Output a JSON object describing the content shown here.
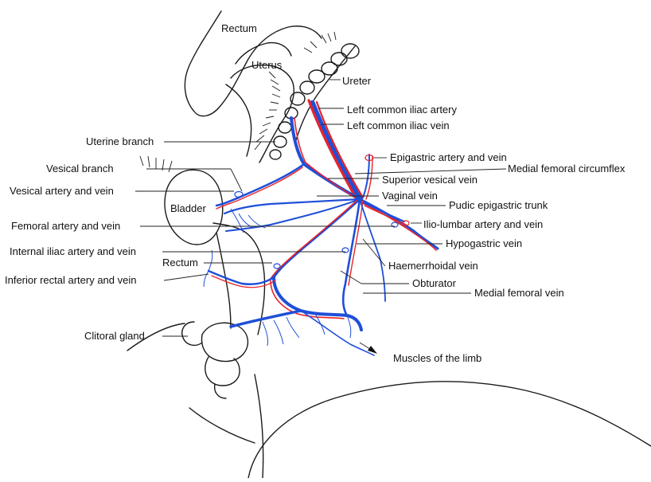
{
  "colors": {
    "artery": "#e8232b",
    "vein": "#1f4fd8",
    "outline": "#1a1a1a"
  },
  "labels": {
    "rectum_top": "Rectum",
    "uterus": "Uterus",
    "ureter": "Ureter",
    "left_common_iliac_artery": "Left common iliac artery",
    "left_common_iliac_vein": "Left common iliac vein",
    "uterine_branch": "Uterine branch",
    "epigastric_artery_vein": "Epigastric artery and vein",
    "vesical_branch": "Vesical branch",
    "medial_femoral_circumflex": "Medial femoral circumflex",
    "superior_vesical_vein": "Superior vesical vein",
    "vesical_artery_vein": "Vesical artery and vein",
    "vaginal_vein": "Vaginal vein",
    "pudic_epigastric_trunk": "Pudic epigastric trunk",
    "bladder": "Bladder",
    "femoral_artery_vein": "Femoral artery and vein",
    "ilio_lumbar": "Ilio-lumbar artery and vein",
    "hypogastric_vein": "Hypogastric vein",
    "internal_iliac": "Internal iliac artery and vein",
    "haemerrhoidal_vein": "Haemerrhoidal vein",
    "rectum_mid": "Rectum",
    "obturator": "Obturator",
    "inferior_rectal": "Inferior rectal artery and vein",
    "medial_femoral_vein": "Medial femoral vein",
    "clitoral_gland": "Clitoral gland",
    "muscles_of_limb": "Muscles of the limb"
  }
}
